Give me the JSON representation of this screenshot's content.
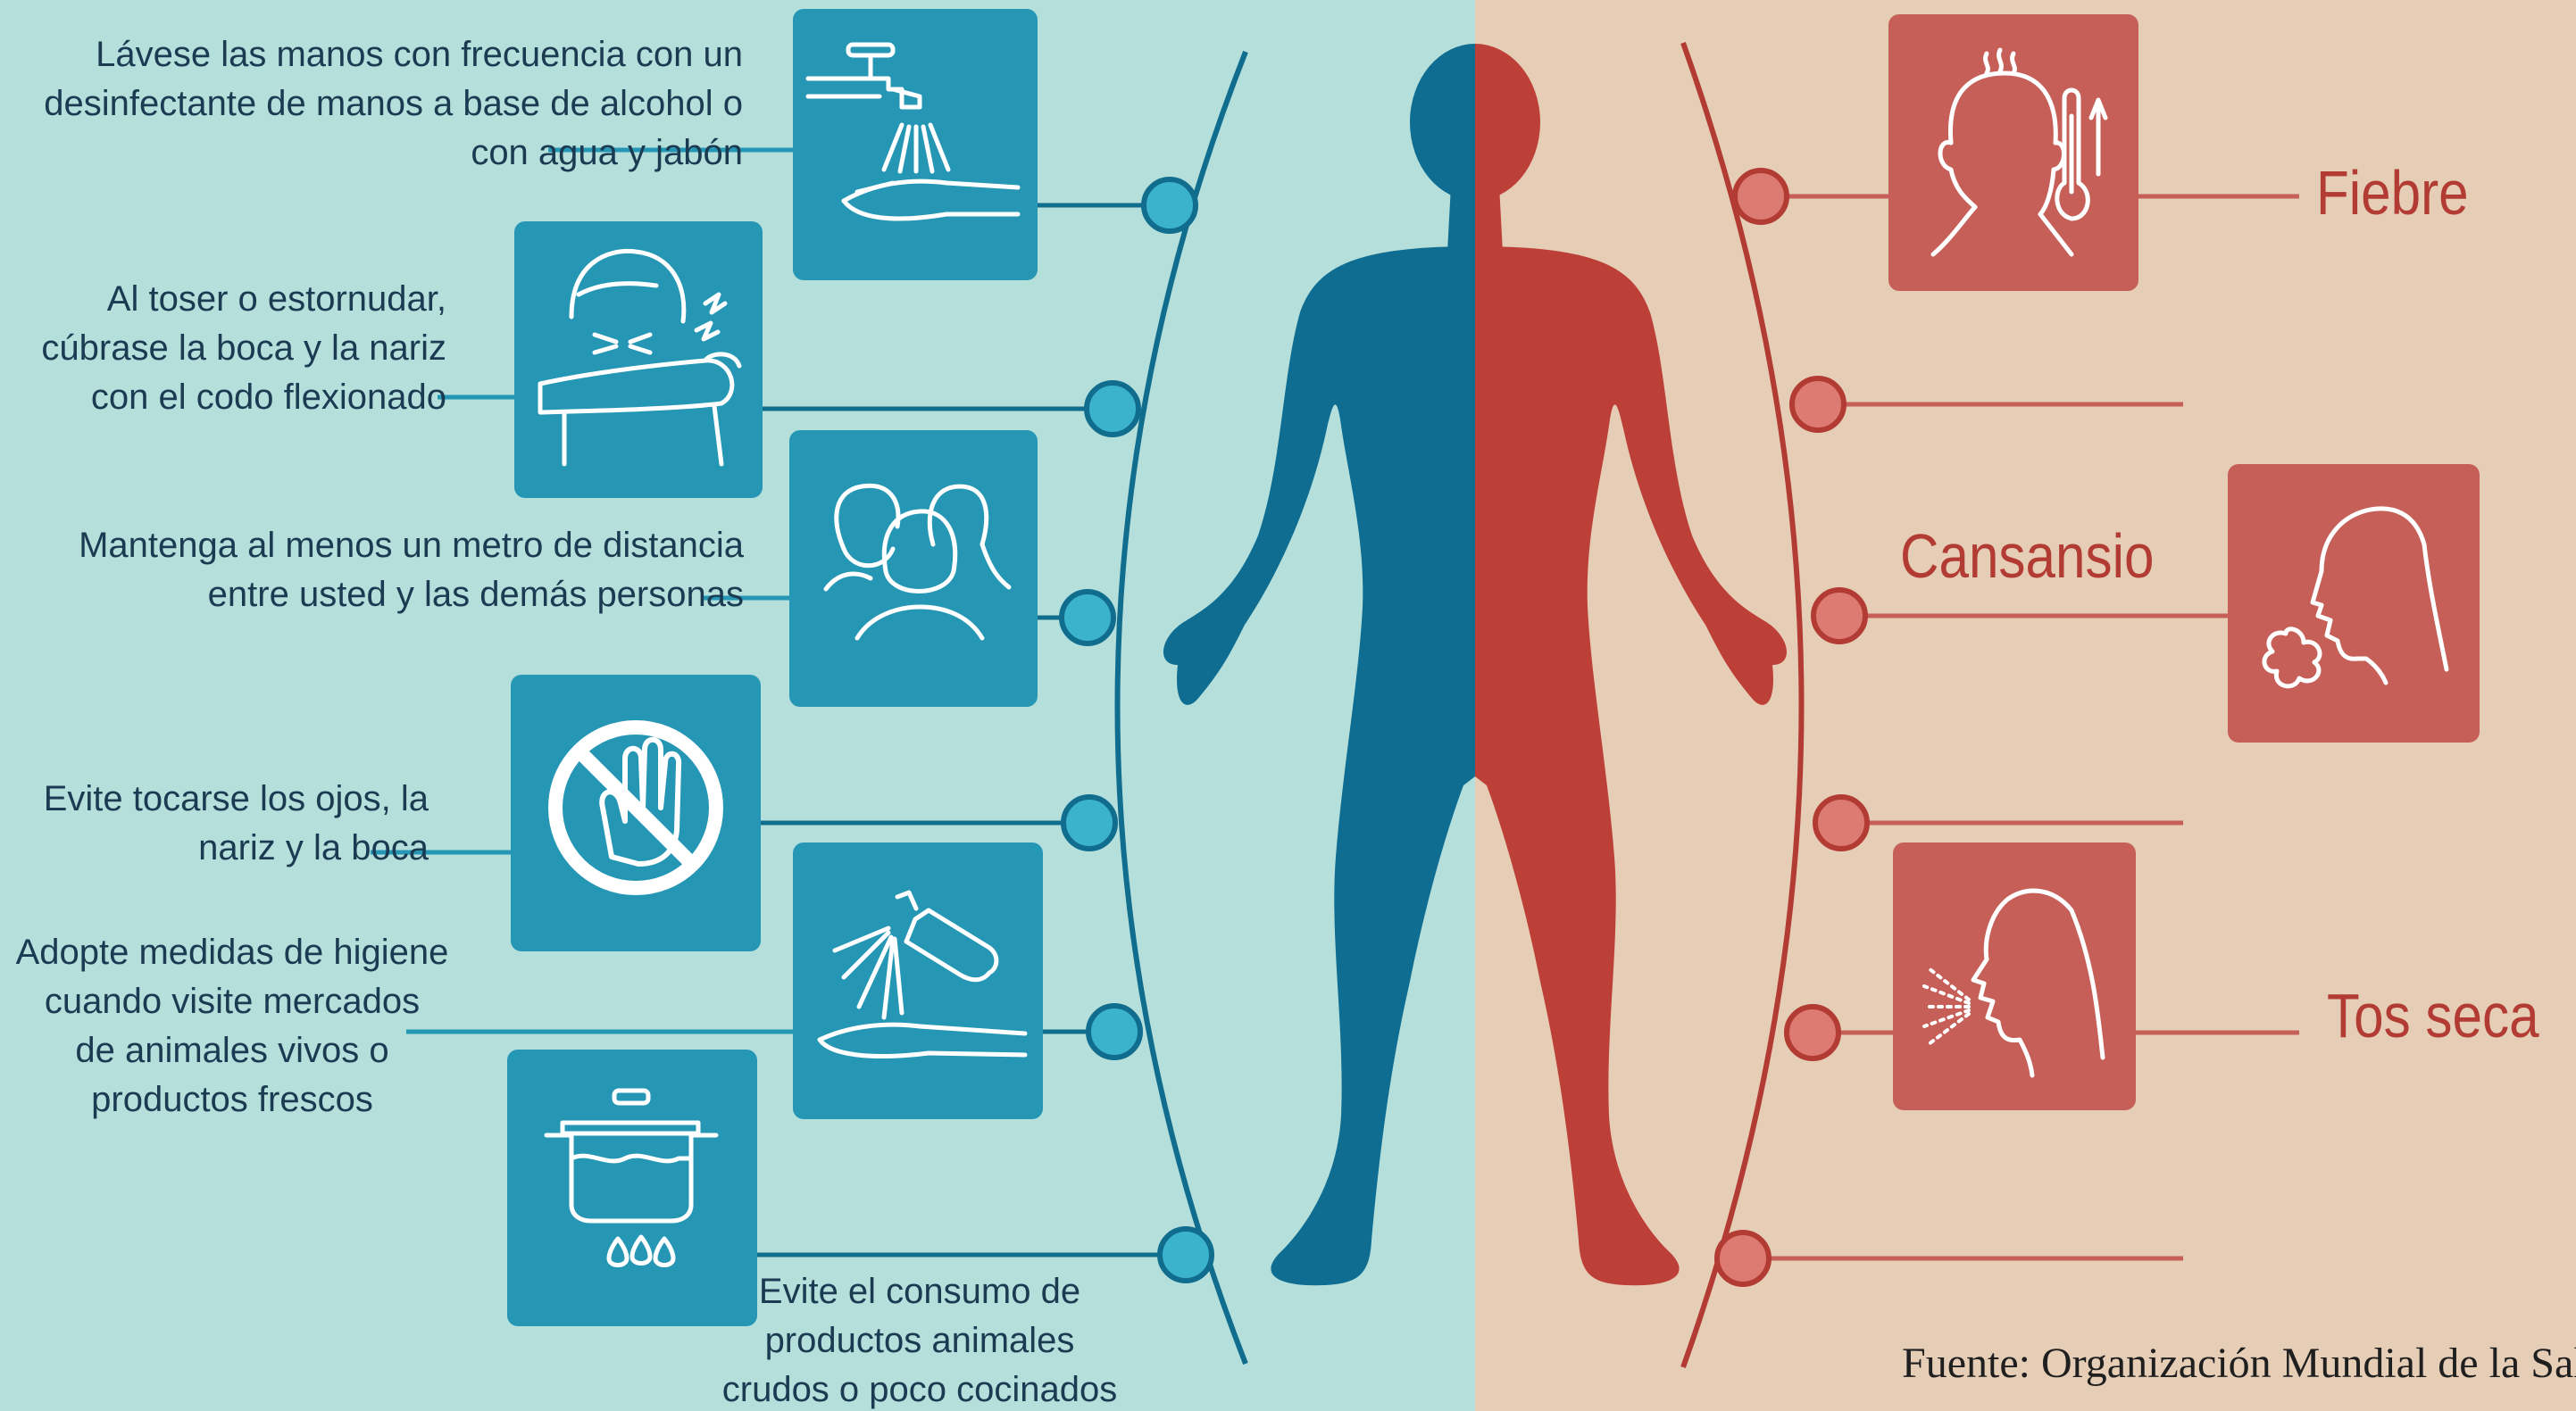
{
  "prevention": {
    "items": [
      {
        "text": "Lávese las manos con frecuencia con un\ndesinfectante de manos a base de alcohol o\ncon agua y jabón",
        "icon": "hand-washing-icon"
      },
      {
        "text": "Al toser o estornudar,\ncúbrase la boca y la nariz\ncon el codo flexionado",
        "icon": "sneeze-elbow-icon"
      },
      {
        "text": "Mantenga al menos un metro de distancia\nentre usted y las demás personas",
        "icon": "people-distance-icon"
      },
      {
        "text": "Evite tocarse los ojos, la\nnariz y la boca",
        "icon": "no-touch-face-icon"
      },
      {
        "text": "Adopte medidas de higiene\ncuando visite mercados\nde animales vivos o\nproductos frescos",
        "icon": "hand-sanitizer-icon"
      },
      {
        "text": "Evite el consumo de\nproductos animales\ncrudos o poco cocinados",
        "icon": "cooking-pot-icon"
      }
    ]
  },
  "symptoms": {
    "items": [
      {
        "label": "Fiebre",
        "icon": "fever-thermometer-icon"
      },
      {
        "label": "Cansansio",
        "icon": "fatigue-breath-icon"
      },
      {
        "label": "Tos seca",
        "icon": "dry-cough-icon"
      }
    ]
  },
  "source": "Fuente: Organización Mundial de la Salud",
  "colors": {
    "left_bg": "#b5dfdb",
    "right_bg": "#e6cdb6",
    "prevention_tile": "#2597b4",
    "body_blue": "#0f6d92",
    "body_red": "#bd4038",
    "symptom_tile": "#c65f58",
    "symptom_text": "#b23b34",
    "tip_text": "#1b3b52"
  }
}
